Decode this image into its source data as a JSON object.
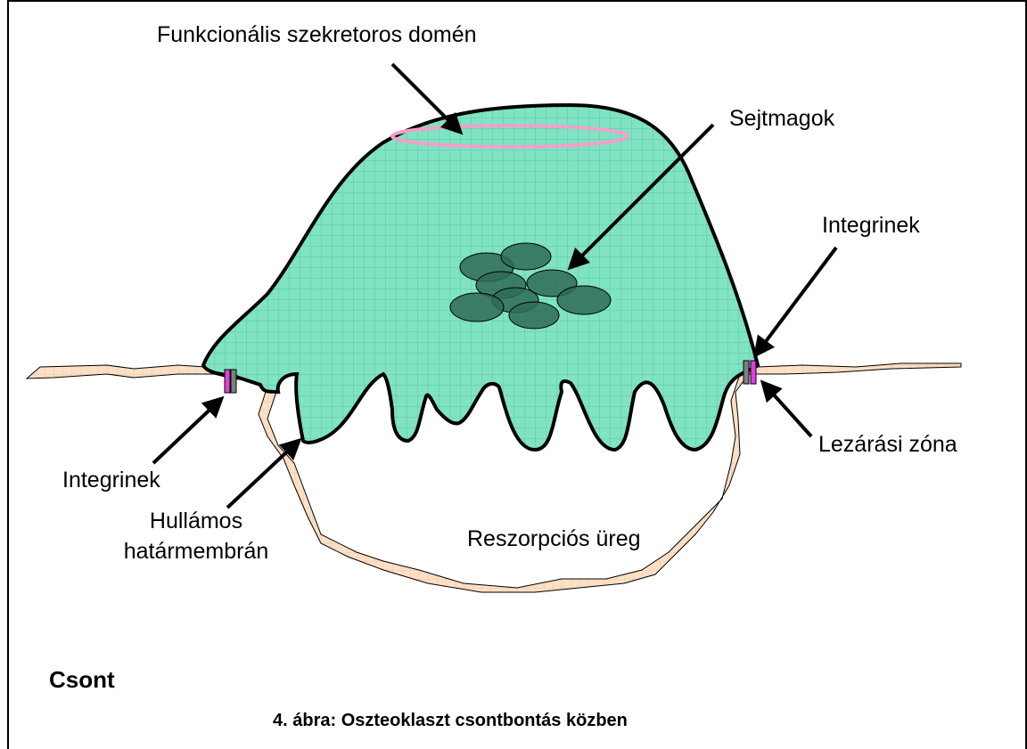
{
  "labels": {
    "secretory_domain": "Funkcionális szekretoros domén",
    "nuclei": "Sejtmagok",
    "integrins_right": "Integrinek",
    "integrins_left": "Integrinek",
    "sealing_zone": "Lezárási zóna",
    "ruffled_border_line1": "Hullámos",
    "ruffled_border_line2": "határmembrán",
    "resorption_cavity": "Reszorpciós üreg",
    "bone": "Csont",
    "caption": "4. ábra: Oszteoklaszt csontbontás közben"
  },
  "colors": {
    "cell_fill": "#7fe3c4",
    "cell_grid": "#5cc7a6",
    "bone_fill": "#fce0c6",
    "bone_grid": "#f0c7a2",
    "nucleus_fill": "#2f6b56",
    "secretory_ring": "#f2a0c8",
    "integrin_magenta": "#e040e0",
    "integrin_grey": "#808080"
  },
  "icons": {
    "arrow": "arrow-icon",
    "integrin": "integrin-marker-icon"
  }
}
